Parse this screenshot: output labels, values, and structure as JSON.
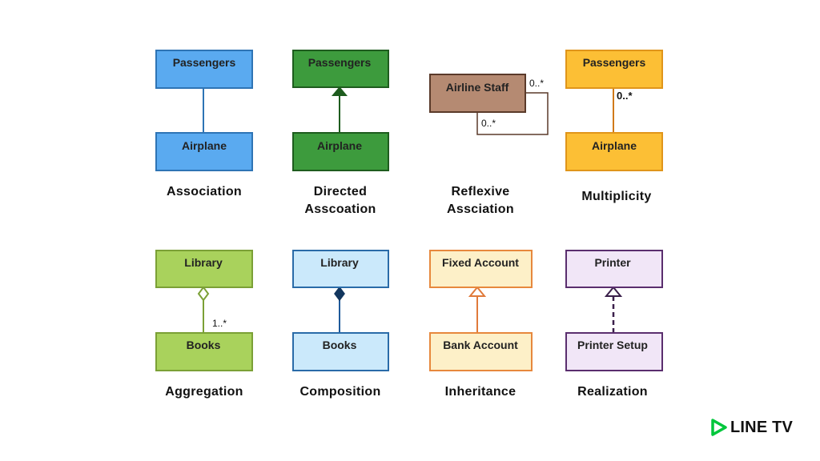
{
  "colors": {
    "blue": "#5aaaf0",
    "blue_border": "#2e74b5",
    "green": "#3d9b3d",
    "green_border": "#1e5c1e",
    "brown": "#b58a72",
    "brown_border": "#5a3a2a",
    "orange": "#fcbf35",
    "orange_border": "#e0951a",
    "lime": "#a9d25c",
    "lime_border": "#7ba036",
    "lightblue": "#cbe9fb",
    "lightblue_border": "#2a6ba8",
    "cream": "#fdf0c8",
    "cream_border": "#e7883d",
    "lavender": "#f1e6f7",
    "lavender_border": "#5a2e6e"
  },
  "diagrams": {
    "association": {
      "top": "Passengers",
      "bottom": "Airplane",
      "caption": "Association"
    },
    "directed": {
      "top": "Passengers",
      "bottom": "Airplane",
      "caption_line1": "Directed",
      "caption_line2": "Asscoation"
    },
    "reflexive": {
      "box": "Airline Staff",
      "mult_right": "0..*",
      "mult_bottom": "0..*",
      "caption_line1": "Reflexive",
      "caption_line2": "Assciation"
    },
    "multiplicity": {
      "top": "Passengers",
      "bottom": "Airplane",
      "mult": "0..*",
      "caption": "Multiplicity"
    },
    "aggregation": {
      "top": "Library",
      "bottom": "Books",
      "mult": "1..*",
      "caption": "Aggregation"
    },
    "composition": {
      "top": "Library",
      "bottom": "Books",
      "caption": "Composition"
    },
    "inheritance": {
      "top": "Fixed Account",
      "bottom": "Bank Account",
      "caption": "Inheritance"
    },
    "realization": {
      "top": "Printer",
      "bottom": "Printer Setup",
      "caption": "Realization"
    }
  },
  "logo": {
    "text": "LINE TV",
    "icon": "play-triangle-icon",
    "icon_color": "#00c73c"
  }
}
